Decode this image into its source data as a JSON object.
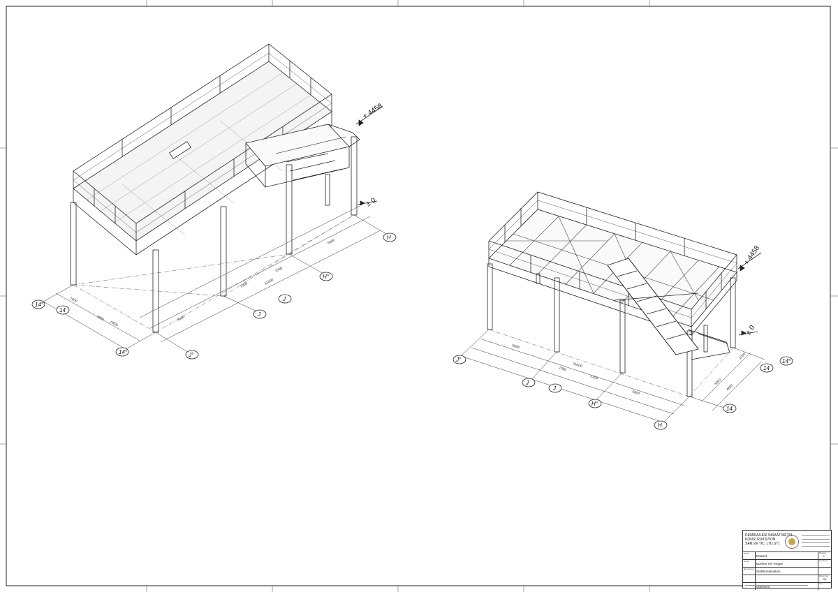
{
  "title_block": {
    "company_line1": "DEMIRAILESI INSAAT METAL",
    "company_line2": "KONSTRUKSIYON",
    "company_line3": "SAN.VE TIC. LTD.STI.",
    "rows": [
      {
        "label": "Planart",
        "value": "Entwurf",
        "side_label": "Massstab",
        "side_value": "1:-"
      },
      {
        "label": "Projekt",
        "value": "Buehne mit Treppe",
        "side_label": "gezeichnet",
        "side_value": ""
      },
      {
        "label": "Bezeichnung",
        "value": "Stahlkonstruktion",
        "side_label": "",
        "side_value": ""
      },
      {
        "label": "",
        "value": "",
        "side_label": "Plannummer",
        "side_value": "001"
      },
      {
        "label": "",
        "value": "Übersicht",
        "side_label": "Index",
        "side_value": ""
      }
    ]
  },
  "drawing": {
    "left_view": {
      "elevation_top": "+ 4458",
      "elevation_ground": "± 0",
      "axes": [
        "14",
        "14°",
        "14°",
        "J",
        "J",
        "J°",
        "H°",
        "H"
      ],
      "dimensions": [
        "1000",
        "4800",
        "5800",
        "3400",
        "1000",
        "2300",
        "11000",
        "5800"
      ]
    },
    "right_view": {
      "elevation_top": "+ 4458",
      "elevation_ground": "± 0",
      "axes": [
        "J°",
        "J",
        "J",
        "H°",
        "H",
        "14",
        "14°",
        "14"
      ],
      "dimensions": [
        "5800",
        "1000",
        "11000",
        "2300",
        "5800",
        "1000",
        "5800",
        "4800"
      ]
    }
  }
}
